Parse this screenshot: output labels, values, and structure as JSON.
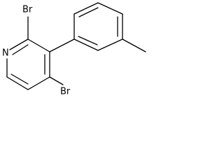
{
  "molecule": {
    "atoms": {
      "nitrogen": "N",
      "bromine_2": "Br",
      "bromine_4": "Br"
    }
  }
}
